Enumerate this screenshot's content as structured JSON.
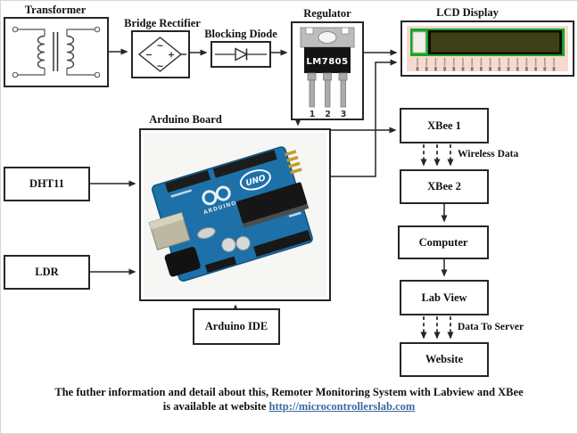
{
  "blocks": {
    "transformer": {
      "label": "Transformer"
    },
    "bridge_rectifier": {
      "label": "Bridge Rectifier",
      "sym_top": "~",
      "sym_left": "−",
      "sym_right": "+",
      "sym_bottom": "~"
    },
    "blocking_diode": {
      "label": "Blocking Diode"
    },
    "regulator": {
      "label": "Regulator",
      "chip_text": "LM7805",
      "pins": [
        "1",
        "2",
        "3"
      ]
    },
    "lcd_display": {
      "label": "LCD Display"
    },
    "arduino_board": {
      "label": "Arduino Board",
      "brand": "ARDUINO",
      "model": "UNO"
    },
    "dht11": {
      "label": "DHT11"
    },
    "ldr": {
      "label": "LDR"
    },
    "arduino_ide": {
      "label": "Arduino IDE"
    },
    "xbee1": {
      "label": "XBee 1"
    },
    "xbee2": {
      "label": "XBee 2"
    },
    "computer": {
      "label": "Computer"
    },
    "labview": {
      "label": "Lab View"
    },
    "website": {
      "label": "Website"
    }
  },
  "annotations": {
    "wireless_data": "Wireless Data",
    "data_to_server": "Data To Server"
  },
  "footer": {
    "line1": "The futher information and detail about this, Remoter Monitoring System with Labview and XBee",
    "line2_prefix": "is available at website ",
    "link_text": "http://microcontrollerslab.com"
  },
  "colors": {
    "line": "#262626",
    "arduino_blue": "#1d71a8",
    "lcd_green": "#18a428",
    "lcd_screen": "#3f3f15",
    "lcd_pink": "#f7d9cd",
    "link_blue": "#3b6aa0"
  }
}
